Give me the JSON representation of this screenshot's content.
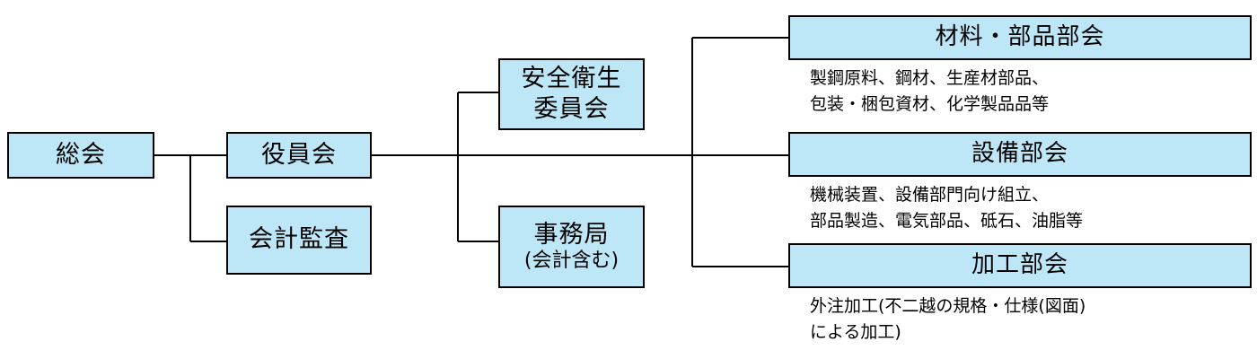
{
  "theme": {
    "box_fill": "#bde6f7",
    "box_border": "#000000",
    "line_color": "#000000"
  },
  "nodes": {
    "general_assembly": "総会",
    "board": "役員会",
    "audit": "会計監査",
    "safety_committee": [
      "安全衛生",
      "委員会"
    ],
    "secretariat": {
      "title": "事務局",
      "note": "(会計含む)"
    },
    "materials_section": {
      "title": "材料・部品部会",
      "description": [
        "製鋼原料、鋼材、生産材部品、",
        "包装・梱包資材、化学製品品等"
      ]
    },
    "equipment_section": {
      "title": "設備部会",
      "description": [
        "機械装置、設備部門向け組立、",
        "部品製造、電気部品、砥石、油脂等"
      ]
    },
    "processing_section": {
      "title": "加工部会",
      "description": [
        "外注加工(不二越の規格・仕様(図面)",
        "による加工)"
      ]
    }
  }
}
